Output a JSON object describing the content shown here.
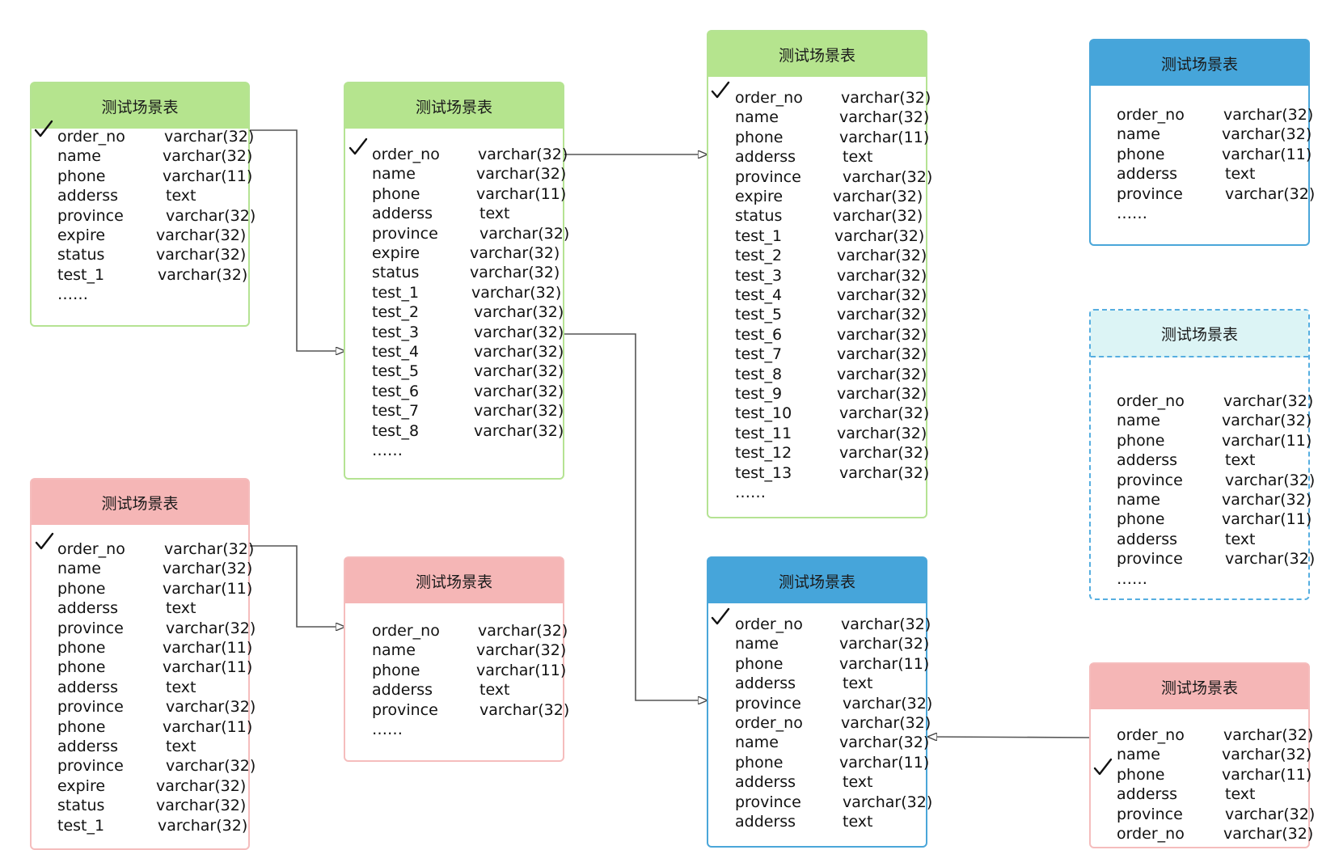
{
  "tables": [
    {
      "id": "t1",
      "title": "测试场景表",
      "theme": "green",
      "rows": [
        {
          "name": "order_no",
          "type": "varchar(32)"
        },
        {
          "name": "name",
          "type": "varchar(32)"
        },
        {
          "name": "phone",
          "type": "varchar(11)"
        },
        {
          "name": "adderss",
          "type": "text"
        },
        {
          "name": "province",
          "type": "varchar(32)"
        },
        {
          "name": "expire",
          "type": "varchar(32)"
        },
        {
          "name": "status",
          "type": "varchar(32)"
        },
        {
          "name": "test_1",
          "type": "varchar(32)"
        },
        {
          "name": "……",
          "type": ""
        }
      ],
      "checked_row": 0
    },
    {
      "id": "t2",
      "title": "测试场景表",
      "theme": "green",
      "rows": [
        {
          "name": "order_no",
          "type": "varchar(32)"
        },
        {
          "name": "name",
          "type": "varchar(32)"
        },
        {
          "name": "phone",
          "type": "varchar(11)"
        },
        {
          "name": "adderss",
          "type": "text"
        },
        {
          "name": "province",
          "type": "varchar(32)"
        },
        {
          "name": "expire",
          "type": "varchar(32)"
        },
        {
          "name": "status",
          "type": "varchar(32)"
        },
        {
          "name": "test_1",
          "type": "varchar(32)"
        },
        {
          "name": "test_2",
          "type": "varchar(32)"
        },
        {
          "name": "test_3",
          "type": "varchar(32)"
        },
        {
          "name": "test_4",
          "type": "varchar(32)"
        },
        {
          "name": "test_5",
          "type": "varchar(32)"
        },
        {
          "name": "test_6",
          "type": "varchar(32)"
        },
        {
          "name": "test_7",
          "type": "varchar(32)"
        },
        {
          "name": "test_8",
          "type": "varchar(32)"
        },
        {
          "name": "……",
          "type": ""
        }
      ],
      "checked_row": 0
    },
    {
      "id": "t3",
      "title": "测试场景表",
      "theme": "green",
      "rows": [
        {
          "name": "order_no",
          "type": "varchar(32)"
        },
        {
          "name": "name",
          "type": "varchar(32)"
        },
        {
          "name": "phone",
          "type": "varchar(11)"
        },
        {
          "name": "adderss",
          "type": "text"
        },
        {
          "name": "province",
          "type": "varchar(32)"
        },
        {
          "name": "expire",
          "type": "varchar(32)"
        },
        {
          "name": "status",
          "type": "varchar(32)"
        },
        {
          "name": "test_1",
          "type": "varchar(32)"
        },
        {
          "name": "test_2",
          "type": "varchar(32)"
        },
        {
          "name": "test_3",
          "type": "varchar(32)"
        },
        {
          "name": "test_4",
          "type": "varchar(32)"
        },
        {
          "name": "test_5",
          "type": "varchar(32)"
        },
        {
          "name": "test_6",
          "type": "varchar(32)"
        },
        {
          "name": "test_7",
          "type": "varchar(32)"
        },
        {
          "name": "test_8",
          "type": "varchar(32)"
        },
        {
          "name": "test_9",
          "type": "varchar(32)"
        },
        {
          "name": "test_10",
          "type": "varchar(32)"
        },
        {
          "name": "test_11",
          "type": "varchar(32)"
        },
        {
          "name": "test_12",
          "type": "varchar(32)"
        },
        {
          "name": "test_13",
          "type": "varchar(32)"
        },
        {
          "name": "……",
          "type": ""
        }
      ],
      "checked_row": 0
    },
    {
      "id": "t4",
      "title": "测试场景表",
      "theme": "blue",
      "rows": [
        {
          "name": "order_no",
          "type": "varchar(32)"
        },
        {
          "name": "name",
          "type": "varchar(32)"
        },
        {
          "name": "phone",
          "type": "varchar(11)"
        },
        {
          "name": "adderss",
          "type": "text"
        },
        {
          "name": "province",
          "type": "varchar(32)"
        },
        {
          "name": "……",
          "type": ""
        }
      ],
      "checked_row": null
    },
    {
      "id": "t5",
      "title": "测试场景表",
      "theme": "dashed",
      "rows": [
        {
          "name": "order_no",
          "type": "varchar(32)"
        },
        {
          "name": "name",
          "type": "varchar(32)"
        },
        {
          "name": "phone",
          "type": "varchar(11)"
        },
        {
          "name": "adderss",
          "type": "text"
        },
        {
          "name": "province",
          "type": "varchar(32)"
        },
        {
          "name": "name",
          "type": "varchar(32)"
        },
        {
          "name": "phone",
          "type": "varchar(11)"
        },
        {
          "name": "adderss",
          "type": "text"
        },
        {
          "name": "province",
          "type": "varchar(32)"
        },
        {
          "name": "……",
          "type": ""
        }
      ],
      "checked_row": null
    },
    {
      "id": "t6",
      "title": "测试场景表",
      "theme": "pink",
      "rows": [
        {
          "name": "order_no",
          "type": "varchar(32)"
        },
        {
          "name": "name",
          "type": "varchar(32)"
        },
        {
          "name": "phone",
          "type": "varchar(11)"
        },
        {
          "name": "adderss",
          "type": "text"
        },
        {
          "name": "province",
          "type": "varchar(32)"
        },
        {
          "name": "phone",
          "type": "varchar(11)"
        },
        {
          "name": "phone",
          "type": "varchar(11)"
        },
        {
          "name": "adderss",
          "type": "text"
        },
        {
          "name": "province",
          "type": "varchar(32)"
        },
        {
          "name": "phone",
          "type": "varchar(11)"
        },
        {
          "name": "adderss",
          "type": "text"
        },
        {
          "name": "province",
          "type": "varchar(32)"
        },
        {
          "name": "expire",
          "type": "varchar(32)"
        },
        {
          "name": "status",
          "type": "varchar(32)"
        },
        {
          "name": "test_1",
          "type": "varchar(32)"
        }
      ],
      "checked_row": 0
    },
    {
      "id": "t7",
      "title": "测试场景表",
      "theme": "pink",
      "rows": [
        {
          "name": "order_no",
          "type": "varchar(32)"
        },
        {
          "name": "name",
          "type": "varchar(32)"
        },
        {
          "name": "phone",
          "type": "varchar(11)"
        },
        {
          "name": "adderss",
          "type": "text"
        },
        {
          "name": "province",
          "type": "varchar(32)"
        },
        {
          "name": "……",
          "type": ""
        }
      ],
      "checked_row": null
    },
    {
      "id": "t8",
      "title": "测试场景表",
      "theme": "blue",
      "rows": [
        {
          "name": "order_no",
          "type": "varchar(32)"
        },
        {
          "name": "name",
          "type": "varchar(32)"
        },
        {
          "name": "phone",
          "type": "varchar(11)"
        },
        {
          "name": "adderss",
          "type": "text"
        },
        {
          "name": "province",
          "type": "varchar(32)"
        },
        {
          "name": "order_no",
          "type": "varchar(32)"
        },
        {
          "name": "name",
          "type": "varchar(32)"
        },
        {
          "name": "phone",
          "type": "varchar(11)"
        },
        {
          "name": "adderss",
          "type": "text"
        },
        {
          "name": "province",
          "type": "varchar(32)"
        },
        {
          "name": "adderss",
          "type": "text"
        }
      ],
      "checked_row": 0
    },
    {
      "id": "t9",
      "title": "测试场景表",
      "theme": "pink",
      "rows": [
        {
          "name": "order_no",
          "type": "varchar(32)"
        },
        {
          "name": "name",
          "type": "varchar(32)"
        },
        {
          "name": "phone",
          "type": "varchar(11)"
        },
        {
          "name": "adderss",
          "type": "text"
        },
        {
          "name": "province",
          "type": "varchar(32)"
        },
        {
          "name": "order_no",
          "type": "varchar(32)"
        }
      ],
      "checked_row": 2
    }
  ],
  "connectors": [
    {
      "from": "t1",
      "to": "t2"
    },
    {
      "from": "t2",
      "to": "t3"
    },
    {
      "from": "t2",
      "to": "t8"
    },
    {
      "from": "t6",
      "to": "t7"
    },
    {
      "from": "t9",
      "to": "t8"
    }
  ]
}
